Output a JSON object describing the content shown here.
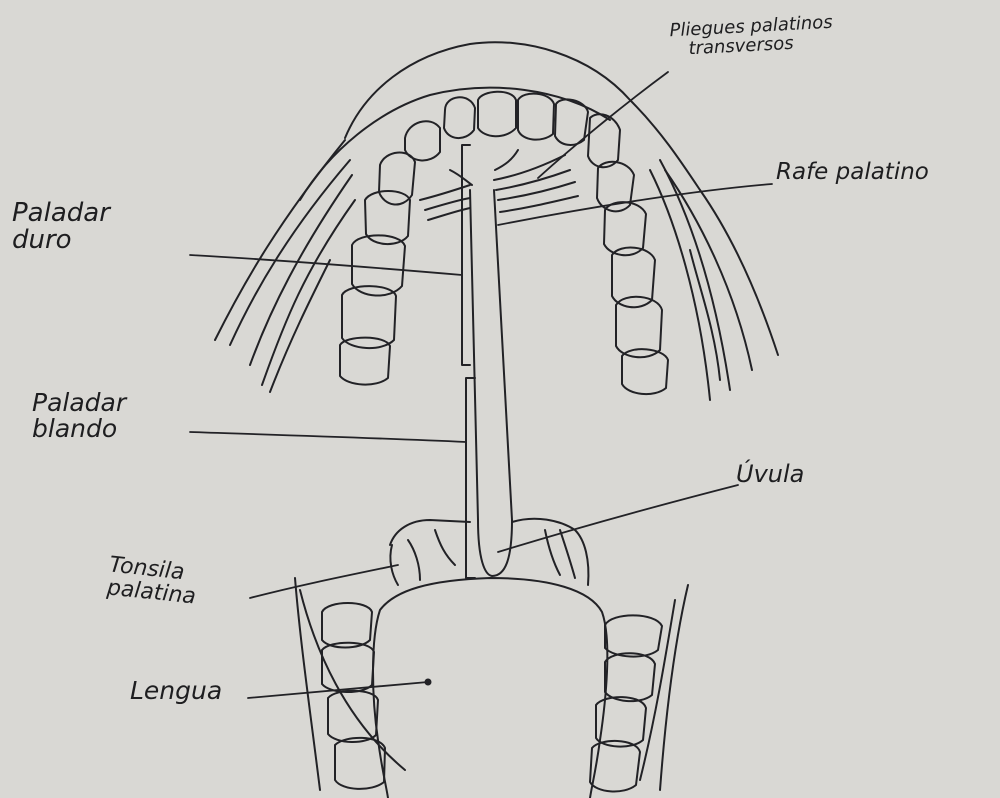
{
  "labels": {
    "pliegues_line1": "Pliegues palatinos",
    "pliegues_line2": "transversos",
    "rafe_palatino": "Rafe palatino",
    "paladar_duro_line1": "Paladar",
    "paladar_duro_line2": "duro",
    "paladar_blando_line1": "Paladar",
    "paladar_blando_line2": "blando",
    "uvula": "Úvula",
    "tonsila_line1": "Tonsila",
    "tonsila_line2": "palatina",
    "lengua": "Lengua"
  },
  "colors": {
    "paper": "#d9d8d4",
    "ink": "#1e1e20"
  }
}
